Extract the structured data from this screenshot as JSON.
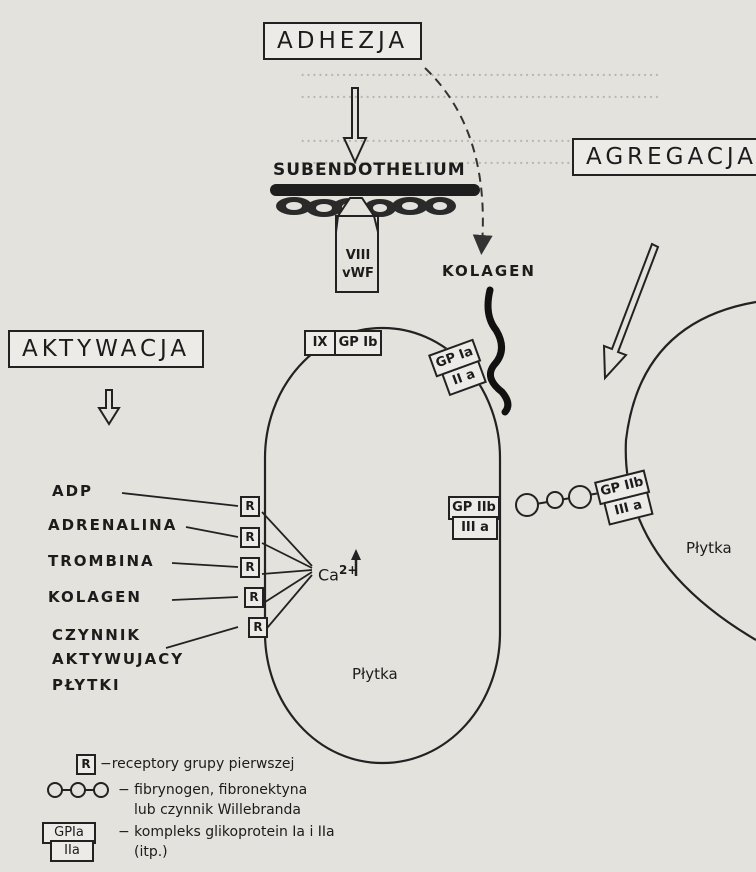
{
  "titles": {
    "adhezja": "ADHEZJA",
    "agregacja": "AGREGACJA",
    "aktywacja": "AKTYWACJA"
  },
  "structures": {
    "subendothelium": "SUBENDOTHELIUM",
    "vwf_line1": "VIII",
    "vwf_line2": "vWF",
    "kolagen": "KOLAGEN",
    "ix": "IX",
    "gp1b": "GP Ib",
    "gp1a": "GP Ia",
    "iia": "II a",
    "gp2b": "GP IIb",
    "iiia": "III a",
    "plytka": "Płytka"
  },
  "activators": [
    "ADP",
    "ADRENALINA",
    "TROMBINA",
    "KOLAGEN",
    "CZYNNIK",
    "AKTYWUJACY",
    "PŁYTKI"
  ],
  "receptor_letter": "R",
  "calcium": {
    "base": "Ca",
    "sup": "2+"
  },
  "legend": {
    "receptor": "−receptory grupy pierwszej",
    "chain_line1": "− fibrynogen, fibronektyna",
    "chain_line2": "lub czynnik Willebranda",
    "gp_line1": "− kompleks glikoprotein Ia i IIa",
    "gp_line2": "(itp.)",
    "gp_box_top": "GPIa",
    "gp_box_bottom": "IIa"
  }
}
